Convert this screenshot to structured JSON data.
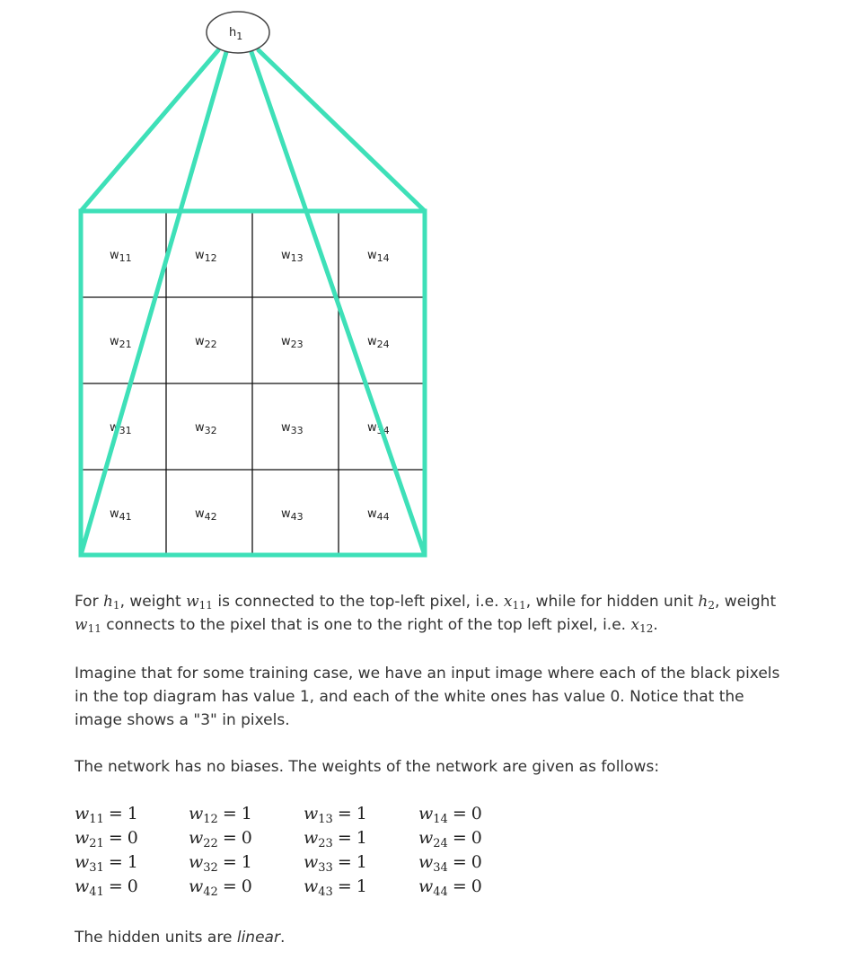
{
  "diagram": {
    "hidden_node_label": "h",
    "hidden_node_sub": "1",
    "connection_color": "#3ee0b8",
    "grid": [
      [
        "11",
        "12",
        "13",
        "14"
      ],
      [
        "21",
        "22",
        "23",
        "24"
      ],
      [
        "31",
        "32",
        "33",
        "34"
      ],
      [
        "41",
        "42",
        "43",
        "44"
      ]
    ],
    "weight_letter": "w"
  },
  "paragraphs": {
    "p1": {
      "t1": "For ",
      "m1": "h",
      "m1s": "1",
      "t2": ", weight ",
      "m2": "w",
      "m2s": "11",
      "t3": " is connected to the top-left pixel, i.e. ",
      "m3": "x",
      "m3s": "11",
      "t4": ", while for hidden unit ",
      "m4": "h",
      "m4s": "2",
      "t5": ", weight ",
      "m5": "w",
      "m5s": "11",
      "t6": " connects to the pixel that is one to the right of the top left pixel, i.e. ",
      "m6": "x",
      "m6s": "12",
      "t7": "."
    },
    "p2": "Imagine that for some training case, we have an input image where each of the black pixels in the top diagram has value 1, and each of the white ones has value 0. Notice that the image shows a \"3\" in pixels.",
    "p3": "The network has no biases. The weights of the network are given as follows:",
    "p4_prefix": "The hidden units are ",
    "p4_emph": "linear",
    "p4_suffix": "."
  },
  "weights": [
    [
      {
        "sub": "11",
        "val": "1"
      },
      {
        "sub": "21",
        "val": "0"
      },
      {
        "sub": "31",
        "val": "1"
      },
      {
        "sub": "41",
        "val": "0"
      }
    ],
    [
      {
        "sub": "12",
        "val": "1"
      },
      {
        "sub": "22",
        "val": "0"
      },
      {
        "sub": "32",
        "val": "1"
      },
      {
        "sub": "42",
        "val": "0"
      }
    ],
    [
      {
        "sub": "13",
        "val": "1"
      },
      {
        "sub": "23",
        "val": "1"
      },
      {
        "sub": "33",
        "val": "1"
      },
      {
        "sub": "43",
        "val": "1"
      }
    ],
    [
      {
        "sub": "14",
        "val": "0"
      },
      {
        "sub": "24",
        "val": "0"
      },
      {
        "sub": "34",
        "val": "0"
      },
      {
        "sub": "44",
        "val": "0"
      }
    ]
  ]
}
